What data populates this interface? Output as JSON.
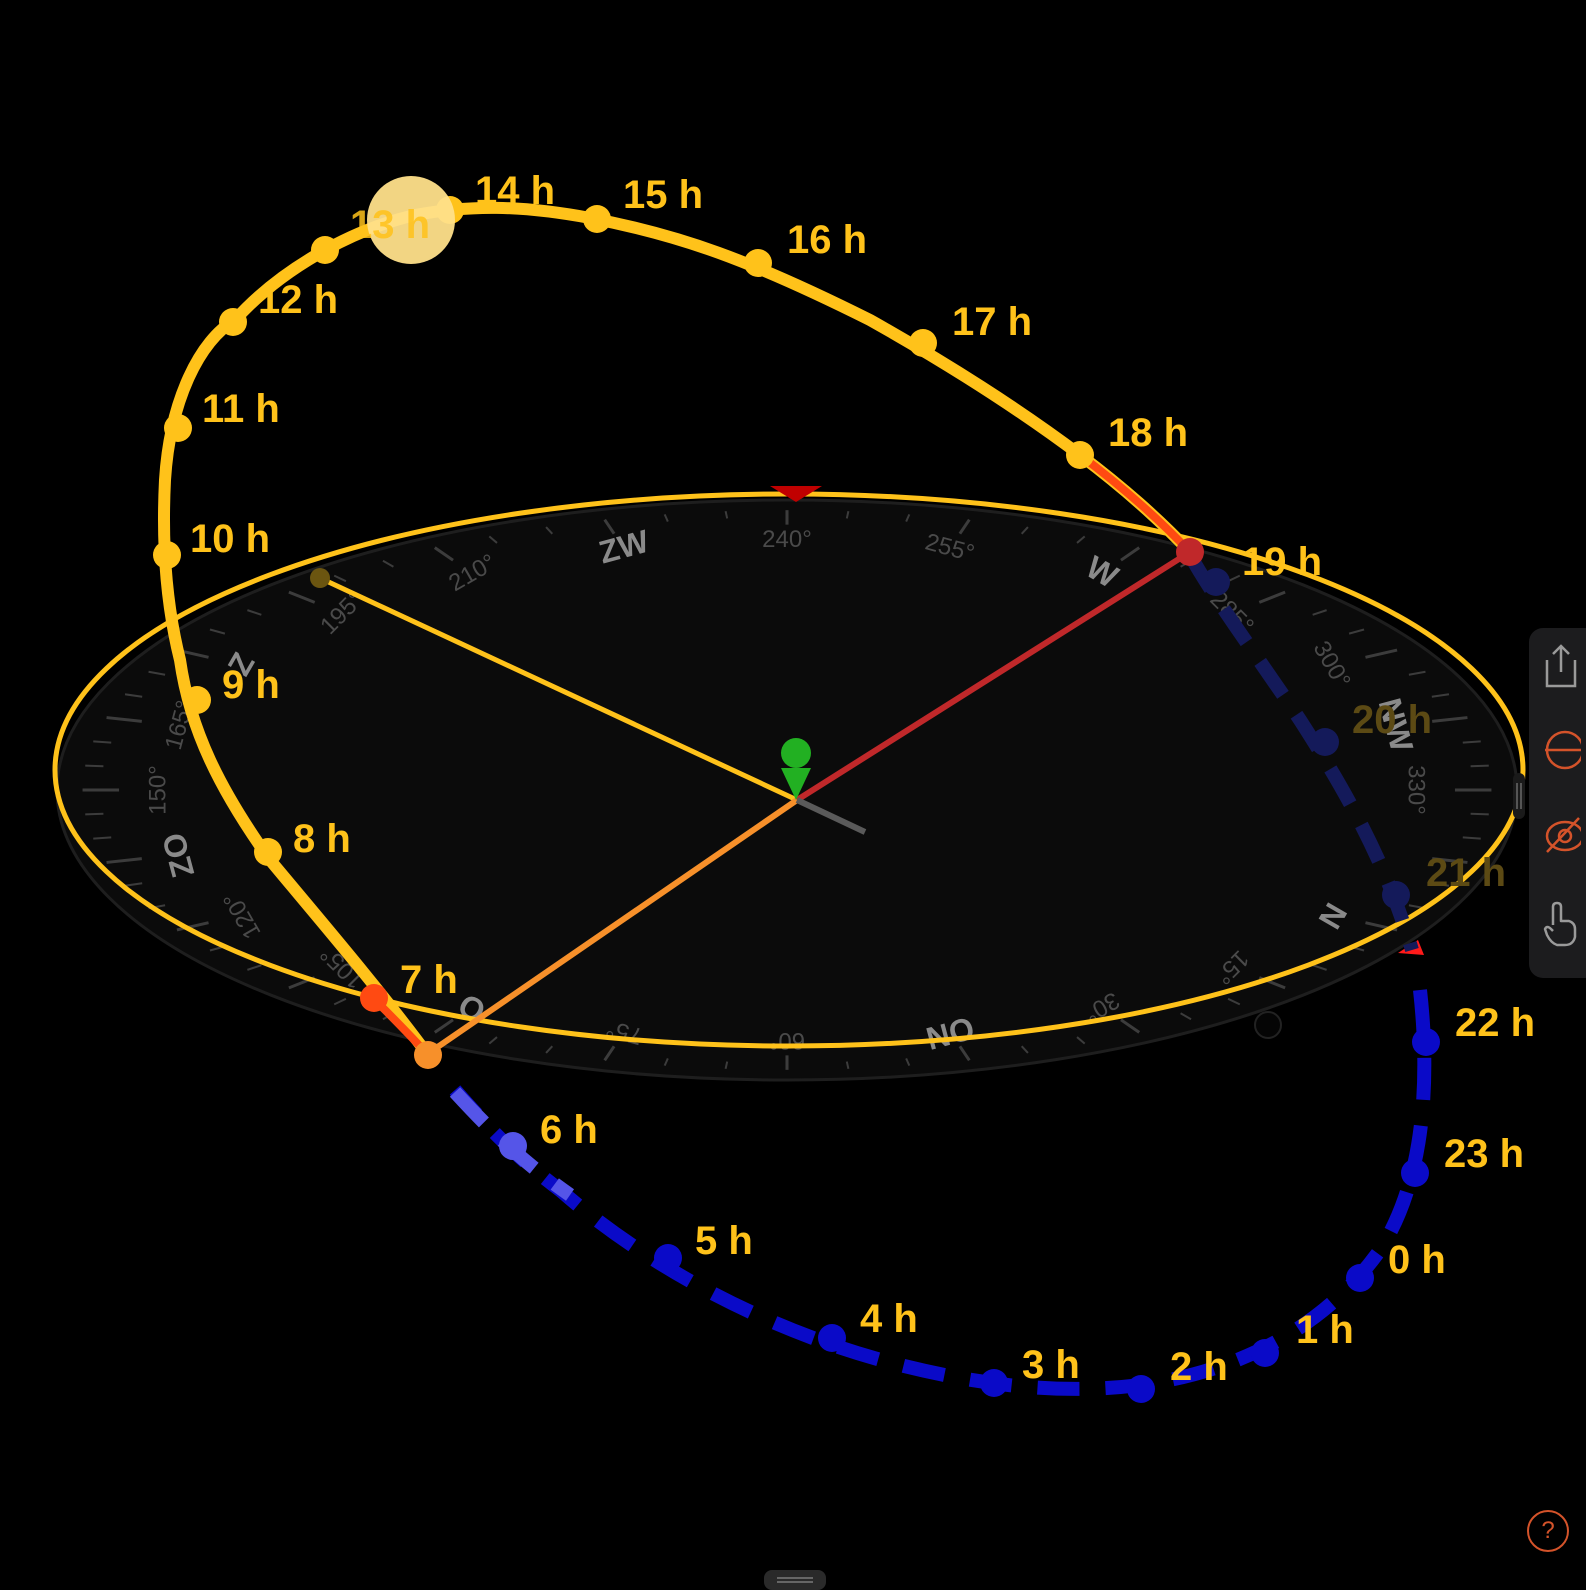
{
  "sun_path": {
    "day_hours": [
      {
        "id": "7",
        "label": "7 h"
      },
      {
        "id": "8",
        "label": "8 h"
      },
      {
        "id": "9",
        "label": "9 h"
      },
      {
        "id": "10",
        "label": "10 h"
      },
      {
        "id": "11",
        "label": "11 h"
      },
      {
        "id": "12",
        "label": "12 h"
      },
      {
        "id": "13",
        "label": "13 h"
      },
      {
        "id": "14",
        "label": "14 h"
      },
      {
        "id": "15",
        "label": "15 h"
      },
      {
        "id": "16",
        "label": "16 h"
      },
      {
        "id": "17",
        "label": "17 h"
      },
      {
        "id": "18",
        "label": "18 h"
      },
      {
        "id": "19",
        "label": "19 h"
      }
    ],
    "night_hours": [
      {
        "id": "20",
        "label": "20 h"
      },
      {
        "id": "21",
        "label": "21 h"
      },
      {
        "id": "22",
        "label": "22 h"
      },
      {
        "id": "23",
        "label": "23 h"
      },
      {
        "id": "0",
        "label": "0 h"
      },
      {
        "id": "1",
        "label": "1 h"
      },
      {
        "id": "2",
        "label": "2 h"
      },
      {
        "id": "3",
        "label": "3 h"
      },
      {
        "id": "4",
        "label": "4 h"
      },
      {
        "id": "5",
        "label": "5 h"
      },
      {
        "id": "6",
        "label": "6 h"
      }
    ],
    "colors": {
      "day_path": "#ffc21a",
      "sun_disc": "#ffe08a",
      "sunrise_segment": "#ff4a12",
      "night_path": "#0a0ac8",
      "hour_label": "#ffc21a",
      "dim_label": "#5c4a14",
      "sunrise_line": "#f7902a",
      "sunset_line": "#c0282a",
      "noon_line": "#ffc21a",
      "observer_pin": "#22b022"
    }
  },
  "compass": {
    "degree_labels": [
      {
        "id": "15",
        "text": "15°"
      },
      {
        "id": "30",
        "text": "30°"
      },
      {
        "id": "60",
        "text": "60°"
      },
      {
        "id": "75",
        "text": "75°"
      },
      {
        "id": "105",
        "text": "105°"
      },
      {
        "id": "120",
        "text": "120°"
      },
      {
        "id": "150",
        "text": "150°"
      },
      {
        "id": "165",
        "text": "165°"
      },
      {
        "id": "195",
        "text": "195°"
      },
      {
        "id": "210",
        "text": "210°"
      },
      {
        "id": "240",
        "text": "240°"
      },
      {
        "id": "255",
        "text": "255°"
      },
      {
        "id": "285",
        "text": "285°"
      },
      {
        "id": "300",
        "text": "300°"
      },
      {
        "id": "330",
        "text": "330°"
      }
    ],
    "direction_labels": [
      {
        "id": "n",
        "text": "N"
      },
      {
        "id": "on",
        "text": "ON"
      },
      {
        "id": "o",
        "text": "O"
      },
      {
        "id": "zo",
        "text": "ZO"
      },
      {
        "id": "z",
        "text": "Z"
      },
      {
        "id": "zw",
        "text": "ZW"
      },
      {
        "id": "w",
        "text": "W"
      },
      {
        "id": "nw",
        "text": "NW"
      }
    ],
    "colors": {
      "face": "#0b0b0b",
      "horizon_ring": "#ffc21a",
      "tick": "#3c3c3c",
      "heading_marker": "#c00000",
      "north_marker": "#ff1a1a"
    }
  },
  "toolbar": {
    "items": [
      {
        "id": "share",
        "icon": "share-icon"
      },
      {
        "id": "horizon",
        "icon": "horizon-icon"
      },
      {
        "id": "camera",
        "icon": "camera-off-icon"
      },
      {
        "id": "touch",
        "icon": "hand-pointer-icon"
      }
    ],
    "accent": "#d4532a"
  },
  "help": {
    "label": "?"
  }
}
